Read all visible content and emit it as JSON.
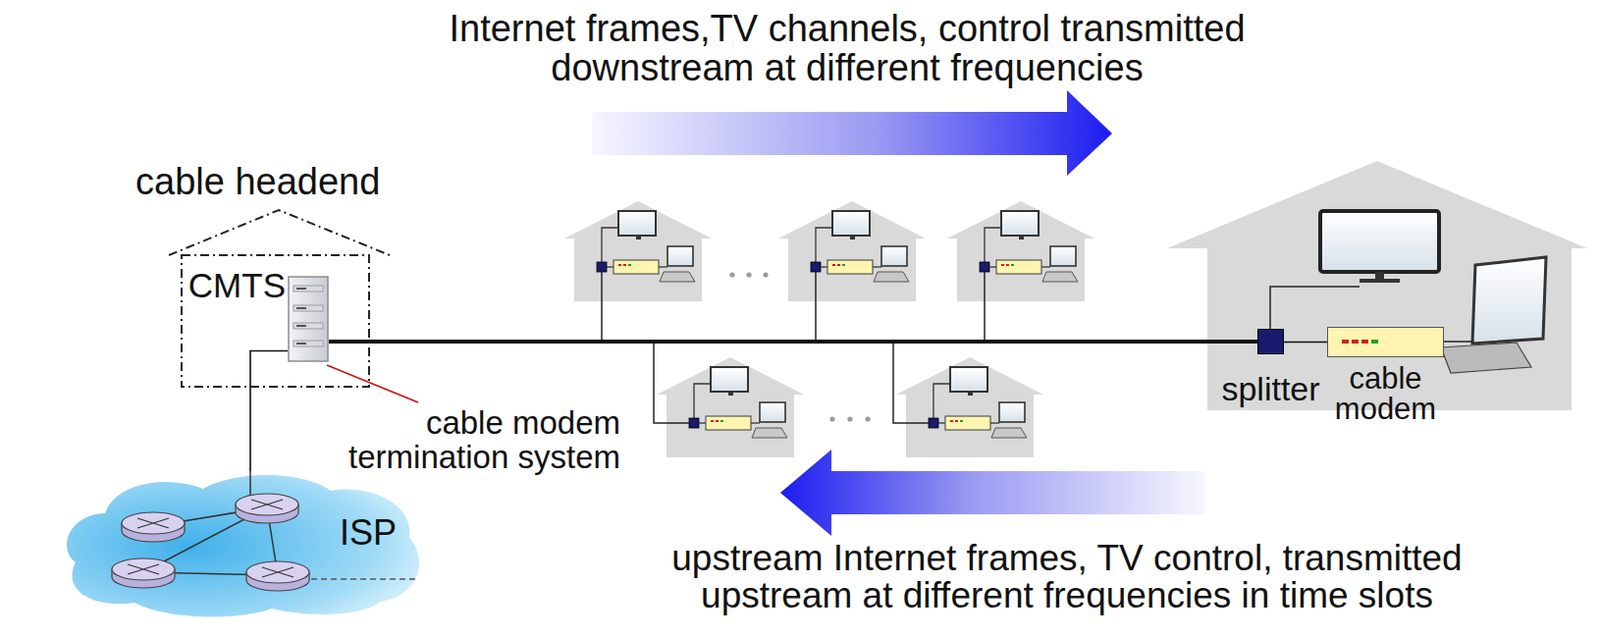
{
  "diagram": {
    "nodes": [
      {
        "text": [
          "cable headend"
        ]
      },
      {
        "text": [
          "CMTS"
        ],
        "in": 0
      },
      {
        "text": [
          "ISP"
        ]
      },
      {
        "text": [
          "splitter"
        ]
      },
      {
        "text": [
          "cable modem"
        ]
      }
    ],
    "edges": [
      {
        "from": 1,
        "to": 2,
        "arrow": "none"
      },
      {
        "from": 1,
        "to": 3,
        "arrow": "none"
      },
      {
        "from": 3,
        "to": 4,
        "arrow": "none"
      }
    ],
    "labels": [
      "Internet frames,TV channels, control transmitted downstream at different frequencies",
      "cable modem termination system",
      "upstream Internet frames, TV control, transmitted upstream at different frequencies in time slots"
    ]
  }
}
